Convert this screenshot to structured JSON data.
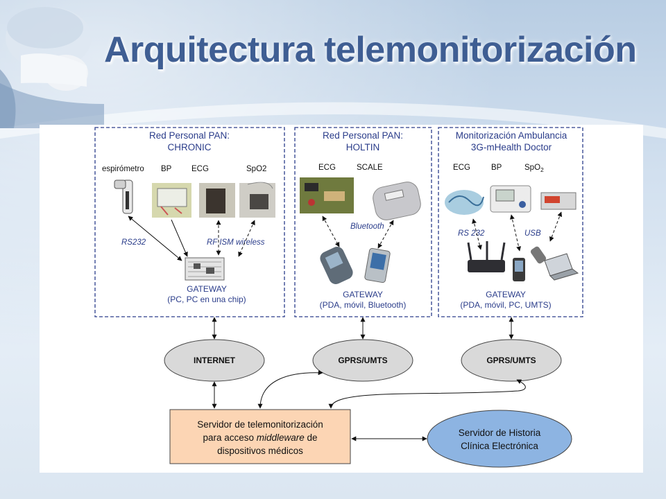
{
  "slide": {
    "title": "Arquitectura telemonitorización"
  },
  "diagram": {
    "pan_chronic": {
      "title_line1": "Red Personal PAN:",
      "title_line2": "CHRONIC",
      "devices": [
        "espirómetro",
        "BP",
        "ECG",
        "SpO2"
      ],
      "link_left": "RS232",
      "link_right": "RF ISM wireless",
      "gateway_line1": "GATEWAY",
      "gateway_line2": "(PC, PC en una chip)"
    },
    "pan_holtin": {
      "title_line1": "Red Personal PAN:",
      "title_line2": "HOLTIN",
      "devices": [
        "ECG",
        "SCALE"
      ],
      "link_label": "Bluetooth",
      "gateway_line1": "GATEWAY",
      "gateway_line2": "(PDA, móvil, Bluetooth)"
    },
    "ambulance": {
      "title_line1": "Monitorización Ambulancia",
      "title_line2": "3G-mHealth Doctor",
      "devices": [
        "ECG",
        "BP",
        "SpO",
        "2"
      ],
      "link_left": "RS 232",
      "link_right": "USB",
      "gateway_line1": "GATEWAY",
      "gateway_line2": "(PDA, móvil, PC, UMTS)"
    },
    "networks": [
      "INTERNET",
      "GPRS/UMTS",
      "GPRS/UMTS"
    ],
    "server": {
      "line1": "Servidor de telemonitorización",
      "line2_pre": "para acceso ",
      "line2_em": "middleware",
      "line2_post": " de",
      "line3": "dispositivos médicos"
    },
    "ehr": {
      "line1": "Servidor de Historia",
      "line2": "Clínica Electrónica"
    },
    "colors": {
      "dash_border": "#2a3c8a",
      "ellipse_fill": "#d9d9d9",
      "server_fill": "#fcd5b4",
      "ehr_fill": "#8db4e2",
      "title_color": "#3f5e93"
    }
  }
}
